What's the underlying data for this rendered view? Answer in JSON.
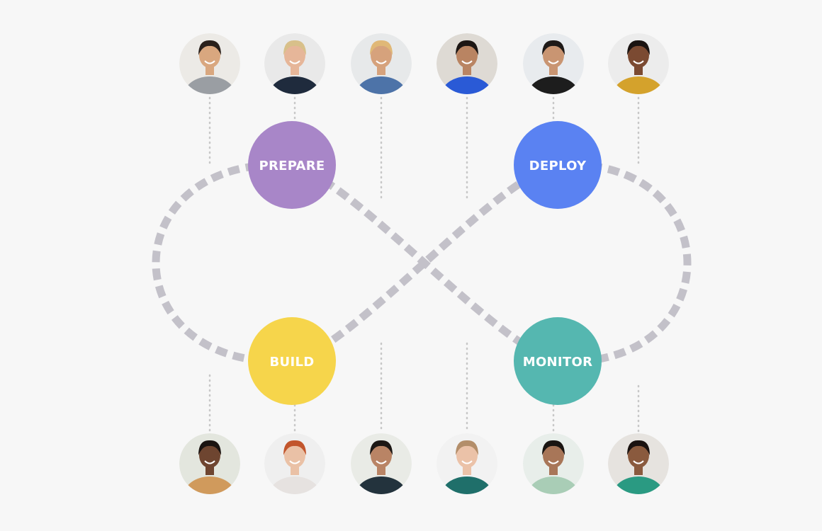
{
  "stages": [
    {
      "id": "prepare",
      "label": "PREPARE",
      "color": "#a886c8"
    },
    {
      "id": "deploy",
      "label": "DEPLOY",
      "color": "#5a82f2"
    },
    {
      "id": "build",
      "label": "BUILD",
      "color": "#f6d54b"
    },
    {
      "id": "monitor",
      "label": "MONITOR",
      "color": "#55b7b0"
    }
  ],
  "colors": {
    "background": "#f7f7f7",
    "path": "#c3c1c9",
    "connector": "#c8c8c8"
  },
  "top_avatars": [
    {
      "skin": "#d9a77f",
      "hair": "#2a211c",
      "shirt": "#9a9ea3",
      "bg": "#eceae6"
    },
    {
      "skin": "#e6b699",
      "hair": "#d8c08a",
      "shirt": "#1f2b3d",
      "bg": "#e9e9e9"
    },
    {
      "skin": "#d6a27c",
      "hair": "#e0b877",
      "shirt": "#4d73a8",
      "bg": "#e7e9ea"
    },
    {
      "skin": "#b98462",
      "hair": "#1c1614",
      "shirt": "#2a5ad6",
      "bg": "#dedad4"
    },
    {
      "skin": "#c99572",
      "hair": "#1f1a18",
      "shirt": "#1d1d1d",
      "bg": "#e8ebee"
    },
    {
      "skin": "#7b4a32",
      "hair": "#1a1311",
      "shirt": "#d4a22c",
      "bg": "#ececec"
    }
  ],
  "bottom_avatars": [
    {
      "skin": "#6e4530",
      "hair": "#1b1411",
      "shirt": "#d09a5c",
      "bg": "#e3e6de"
    },
    {
      "skin": "#eac1a6",
      "hair": "#c2552c",
      "shirt": "#e6e2e0",
      "bg": "#efefef"
    },
    {
      "skin": "#b98465",
      "hair": "#1c1714",
      "shirt": "#23333d",
      "bg": "#e9ebe6"
    },
    {
      "skin": "#ebc2a8",
      "hair": "#b38e6a",
      "shirt": "#1f6f6a",
      "bg": "#f2f2f2"
    },
    {
      "skin": "#a87658",
      "hair": "#1a1512",
      "shirt": "#a9cdb6",
      "bg": "#e8eeea"
    },
    {
      "skin": "#8a5a3e",
      "hair": "#1a1210",
      "shirt": "#2a9a82",
      "bg": "#e6e3df"
    }
  ]
}
